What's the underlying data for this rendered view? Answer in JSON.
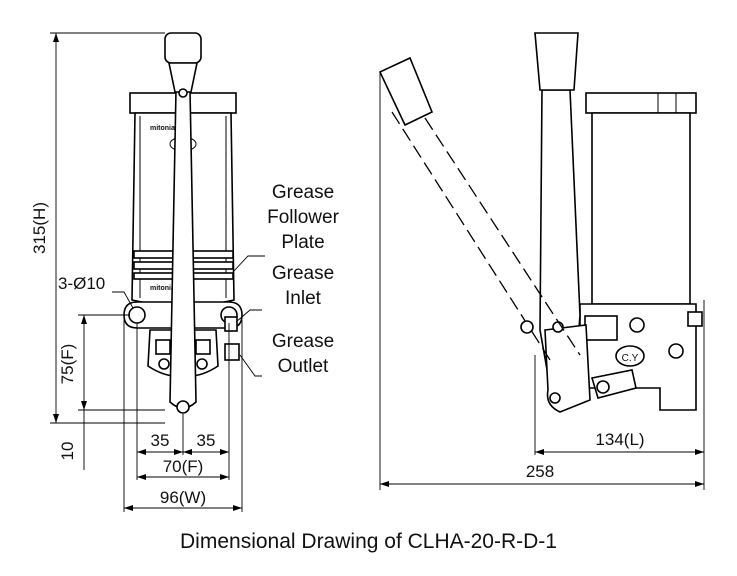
{
  "caption": "Dimensional Drawing of CLHA-20-R-D-1",
  "front_view": {
    "dim_height": "315(H)",
    "dim_mount_holes": "3-Ø10",
    "dim_mount_height": "75(F)",
    "dim_base_offset": "10",
    "dim_left_half": "35",
    "dim_right_half": "35",
    "dim_mount_width": "70(F)",
    "dim_total_width": "96(W)",
    "brand_mark": "mitonian"
  },
  "callouts": {
    "follower_plate": [
      "Grease",
      "Follower",
      "Plate"
    ],
    "inlet": [
      "Grease",
      "Inlet"
    ],
    "outlet": [
      "Grease",
      "Outlet"
    ]
  },
  "side_view": {
    "dim_length": "134(L)",
    "dim_total_length": "258",
    "maker_mark": "C.Y"
  }
}
